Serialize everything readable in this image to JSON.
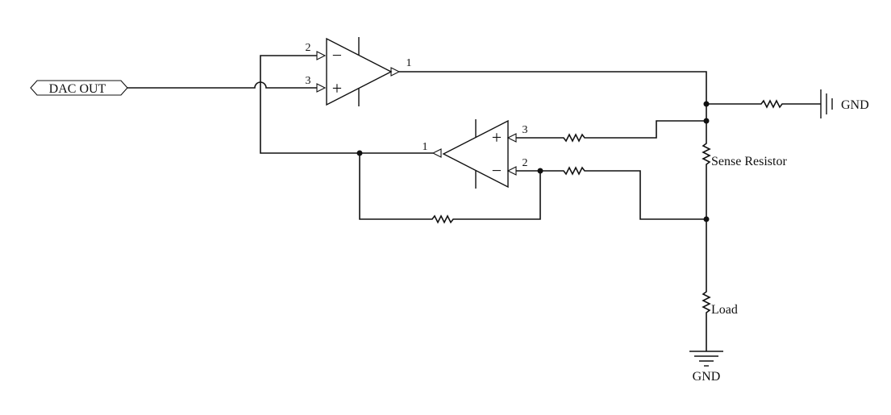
{
  "ports": {
    "dac_out": "DAC OUT"
  },
  "labels": {
    "sense_resistor": "Sense Resistor",
    "load": "Load",
    "gnd_right": "GND",
    "gnd_bottom": "GND"
  },
  "opamp_top": {
    "pin_inv": "2",
    "pin_noninv": "3",
    "pin_out": "1",
    "sign_inv": "−",
    "sign_noninv": "+"
  },
  "opamp_bottom": {
    "pin_noninv": "3",
    "pin_inv": "2",
    "pin_out": "1",
    "sign_noninv": "+",
    "sign_inv": "−"
  }
}
